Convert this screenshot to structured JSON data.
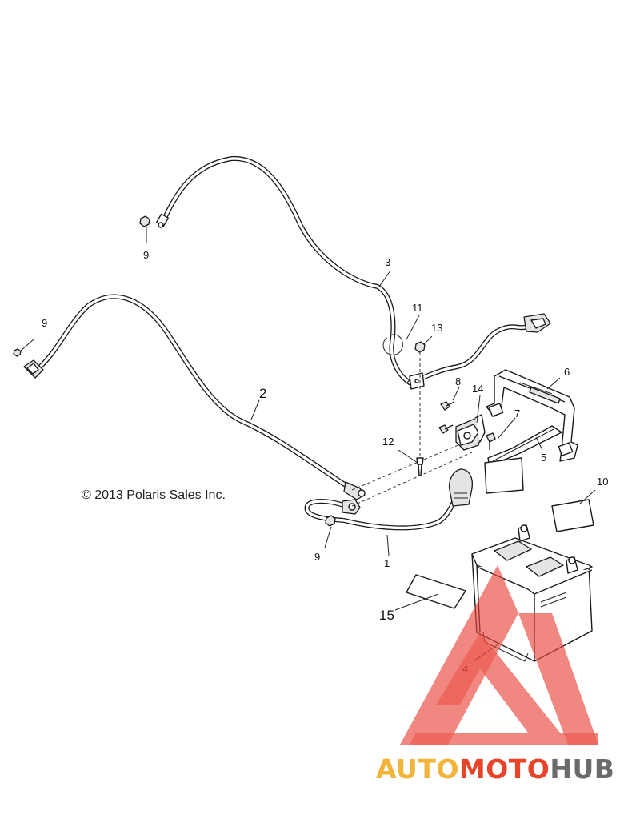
{
  "copyright": "© 2013 Polaris Sales Inc.",
  "callouts": {
    "c1": "1",
    "c2": "2",
    "c3": "3",
    "c4": "4",
    "c5": "5",
    "c6": "6",
    "c7": "7",
    "c8": "8",
    "c9a": "9",
    "c9b": "9",
    "c9c": "9",
    "c10": "10",
    "c11": "11",
    "c12": "12",
    "c13": "13",
    "c14": "14",
    "c15": "15"
  },
  "watermark": {
    "part_auto": "AUTO",
    "part_moto": "MOTO",
    "part_hub": "HUB",
    "colors": {
      "auto": "#f2b53a",
      "moto": "#e8442a",
      "hub": "#6b6b6b",
      "logo": "#e8443a"
    }
  }
}
